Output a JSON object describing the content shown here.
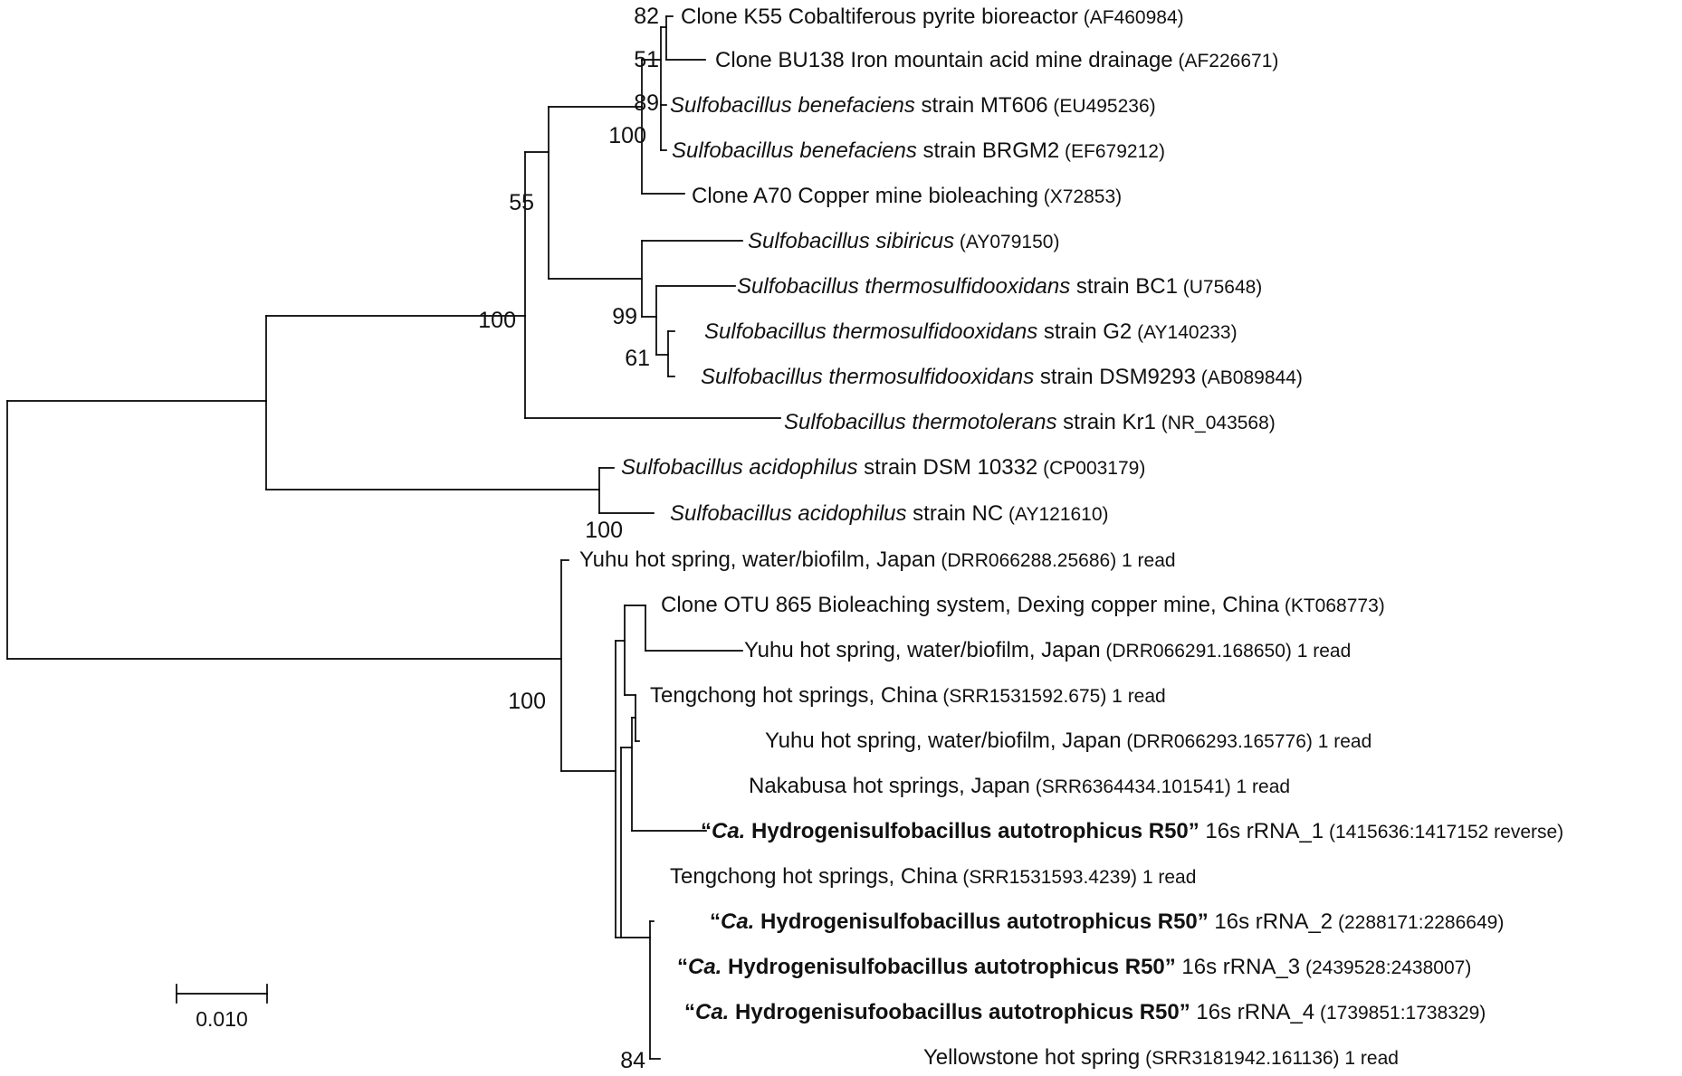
{
  "tree": {
    "leaves": [
      {
        "id": "L1",
        "parts": [
          {
            "t": "Clone K55 Cobaltiferous pyrite bioreactor"
          }
        ],
        "accession": "(AF460984)"
      },
      {
        "id": "L2",
        "parts": [
          {
            "t": "Clone BU138 Iron mountain acid mine drainage"
          }
        ],
        "accession": "(AF226671)"
      },
      {
        "id": "L3",
        "parts": [
          {
            "t": "Sulfobacillus benefaciens",
            "s": "i"
          },
          {
            "t": " strain MT606"
          }
        ],
        "accession": "(EU495236)"
      },
      {
        "id": "L4",
        "parts": [
          {
            "t": "Sulfobacillus benefaciens",
            "s": "i"
          },
          {
            "t": " strain BRGM2"
          }
        ],
        "accession": "(EF679212)"
      },
      {
        "id": "L5",
        "parts": [
          {
            "t": "Clone A70 Copper mine bioleaching"
          }
        ],
        "accession": "(X72853)"
      },
      {
        "id": "L6",
        "parts": [
          {
            "t": "Sulfobacillus sibiricus",
            "s": "i"
          }
        ],
        "accession": "(AY079150)"
      },
      {
        "id": "L7",
        "parts": [
          {
            "t": "Sulfobacillus thermosulfidooxidans",
            "s": "i"
          },
          {
            "t": " strain BC1"
          }
        ],
        "accession": "(U75648)"
      },
      {
        "id": "L8",
        "parts": [
          {
            "t": "Sulfobacillus thermosulfidooxidans",
            "s": "i"
          },
          {
            "t": " strain G2"
          }
        ],
        "accession": "(AY140233)"
      },
      {
        "id": "L9",
        "parts": [
          {
            "t": "Sulfobacillus thermosulfidooxidans",
            "s": "i"
          },
          {
            "t": " strain DSM9293"
          }
        ],
        "accession": "(AB089844)"
      },
      {
        "id": "L10",
        "parts": [
          {
            "t": "Sulfobacillus thermotolerans",
            "s": "i"
          },
          {
            "t": " strain Kr1"
          }
        ],
        "accession": "(NR_043568)"
      },
      {
        "id": "L11",
        "parts": [
          {
            "t": "Sulfobacillus acidophilus",
            "s": "i"
          },
          {
            "t": " strain DSM 10332"
          }
        ],
        "accession": "(CP003179)"
      },
      {
        "id": "L12",
        "parts": [
          {
            "t": "Sulfobacillus acidophilus",
            "s": "i"
          },
          {
            "t": " strain NC"
          }
        ],
        "accession": "(AY121610)"
      },
      {
        "id": "L13",
        "parts": [
          {
            "t": "Yuhu hot spring, water/biofilm, Japan"
          }
        ],
        "accession": "(DRR066288.25686)",
        "note": "1 read"
      },
      {
        "id": "L14",
        "parts": [
          {
            "t": "Clone OTU 865 Bioleaching system, Dexing copper mine, China"
          }
        ],
        "accession": "(KT068773)"
      },
      {
        "id": "L15",
        "parts": [
          {
            "t": "Yuhu hot spring, water/biofilm, Japan"
          }
        ],
        "accession": "(DRR066291.168650)",
        "note": "1 read"
      },
      {
        "id": "L16",
        "parts": [
          {
            "t": "Tengchong hot springs, China"
          }
        ],
        "accession": "(SRR1531592.675)",
        "note": "1 read"
      },
      {
        "id": "L17",
        "parts": [
          {
            "t": "Yuhu hot spring, water/biofilm, Japan"
          }
        ],
        "accession": "(DRR066293.165776)",
        "note": "1 read"
      },
      {
        "id": "L18",
        "parts": [
          {
            "t": "Nakabusa hot springs, Japan"
          }
        ],
        "accession": "(SRR6364434.101541)",
        "note": "1 read"
      },
      {
        "id": "L19",
        "parts": [
          {
            "t": "“",
            "s": "b"
          },
          {
            "t": "Ca.",
            "s": "bi"
          },
          {
            "t": " Hydrogenisulfobacillus autotrophicus R50”",
            "s": "b"
          },
          {
            "t": " 16s rRNA_1"
          }
        ],
        "accession": "(1415636:1417152 reverse)"
      },
      {
        "id": "L20",
        "parts": [
          {
            "t": "Tengchong hot springs, China"
          }
        ],
        "accession": "(SRR1531593.4239)",
        "note": "1 read"
      },
      {
        "id": "L21",
        "parts": [
          {
            "t": "“",
            "s": "b"
          },
          {
            "t": "Ca.",
            "s": "bi"
          },
          {
            "t": " Hydrogenisulfobacillus autotrophicus R50”",
            "s": "b"
          },
          {
            "t": " 16s rRNA_2"
          }
        ],
        "accession": "(2288171:2286649)"
      },
      {
        "id": "L22",
        "parts": [
          {
            "t": "“",
            "s": "b"
          },
          {
            "t": "Ca.",
            "s": "bi"
          },
          {
            "t": " Hydrogenisulfobacillus autotrophicus R50”",
            "s": "b"
          },
          {
            "t": " 16s rRNA_3"
          }
        ],
        "accession": "(2439528:2438007)"
      },
      {
        "id": "L23",
        "parts": [
          {
            "t": "“",
            "s": "b"
          },
          {
            "t": "Ca.",
            "s": "bi"
          },
          {
            "t": " Hydrogenisufoobacillus autotrophicus R50”",
            "s": "b"
          },
          {
            "t": " 16s rRNA_4"
          }
        ],
        "accession": "(1739851:1738329)"
      },
      {
        "id": "L24",
        "parts": [
          {
            "t": "Yellowstone hot spring"
          }
        ],
        "accession": "(SRR3181942.161136)",
        "note": "1 read"
      }
    ],
    "bootstrap_values": [
      "82",
      "51",
      "89",
      "100",
      "55",
      "99",
      "61",
      "100",
      "100",
      "100",
      "84"
    ],
    "scale_bar": {
      "label": "0.010"
    }
  }
}
